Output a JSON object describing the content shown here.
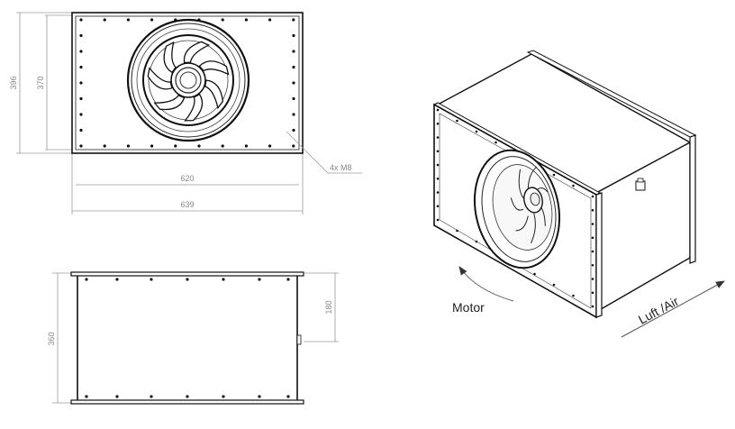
{
  "dimensions": {
    "front_height_outer": "396",
    "front_height_inner": "370",
    "front_width_inner": "620",
    "front_width_outer": "639",
    "side_height": "360",
    "side_port_offset": "180"
  },
  "labels": {
    "bolts": "4x M8",
    "rotation": "Motor",
    "airflow": "Luft /Air"
  }
}
